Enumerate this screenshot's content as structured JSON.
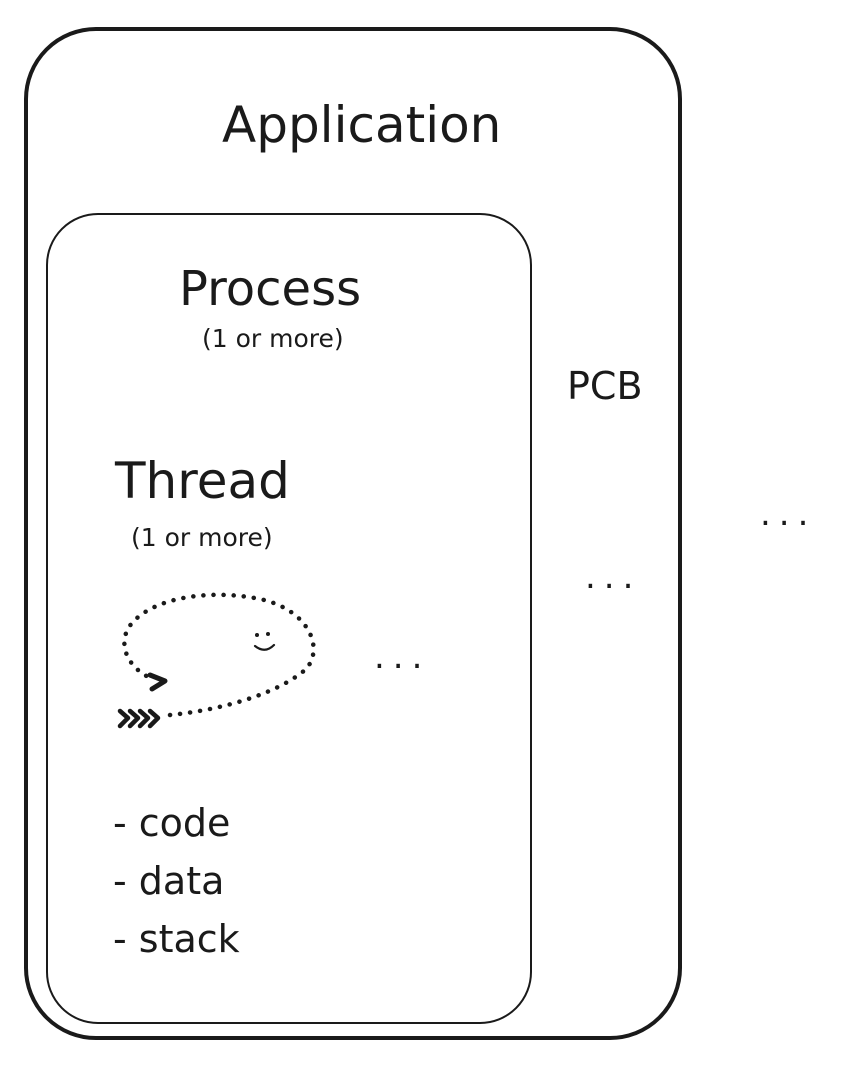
{
  "application": {
    "title": "Application",
    "ellipsis": "..."
  },
  "process": {
    "title": "Process",
    "subtitle": "(1 or more)",
    "pcb_label": "PCB",
    "ellipsis": "..."
  },
  "thread": {
    "title": "Thread",
    "subtitle": "(1 or more)",
    "ellipsis": "...",
    "icon": "thread-loop-icon"
  },
  "segments": [
    "- code",
    "- data",
    "- stack"
  ],
  "colors": {
    "stroke": "#1a1a1a",
    "background": "#ffffff"
  }
}
